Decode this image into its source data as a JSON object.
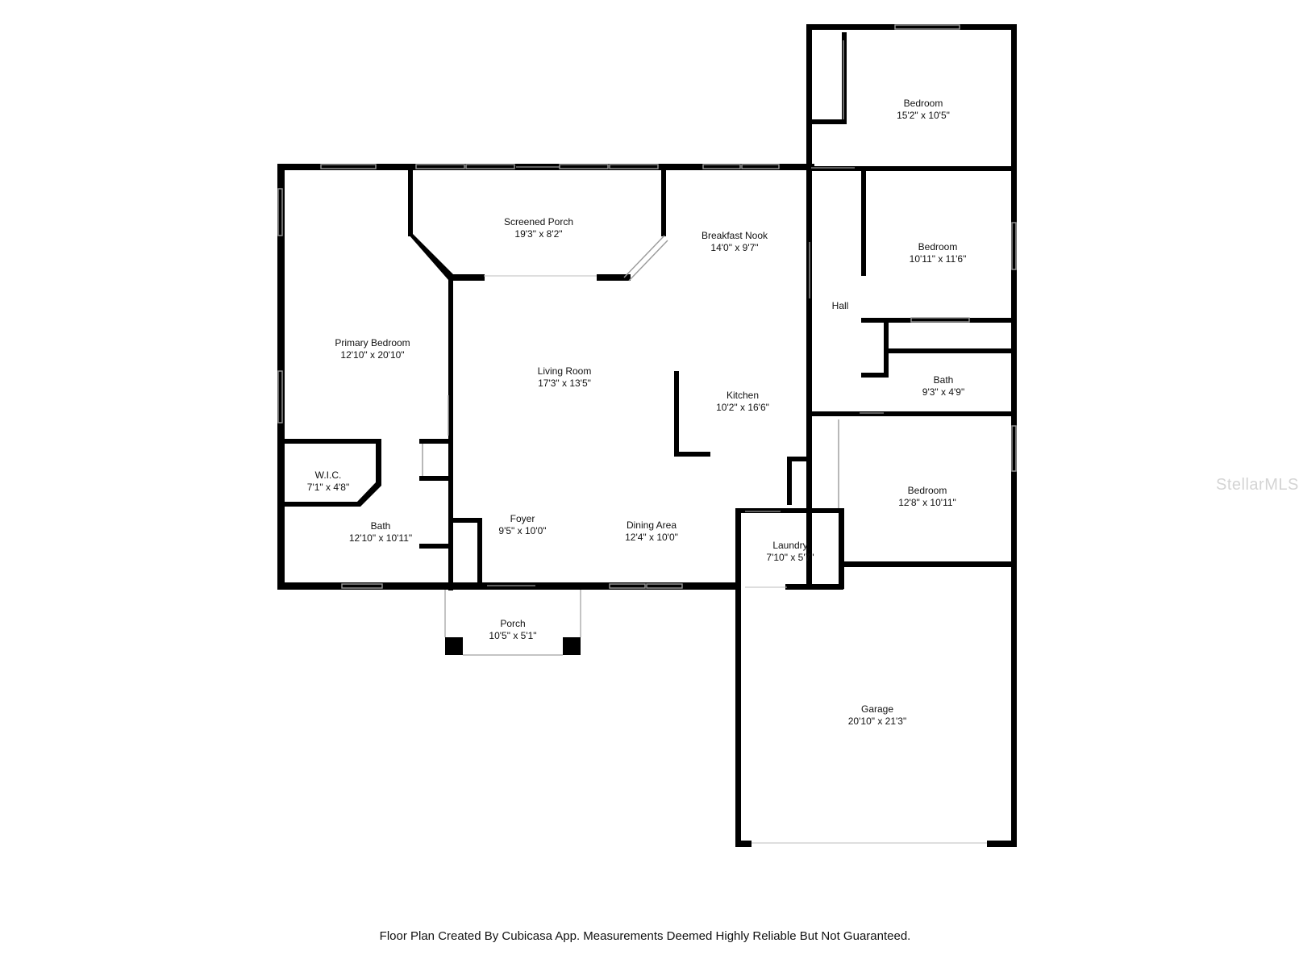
{
  "rooms": {
    "bedroom_ne": {
      "name": "Bedroom",
      "dims": "15'2\" x 10'5\""
    },
    "breakfast_nook": {
      "name": "Breakfast Nook",
      "dims": "14'0\" x 9'7\""
    },
    "screened_porch": {
      "name": "Screened Porch",
      "dims": "19'3\" x 8'2\""
    },
    "bedroom_e": {
      "name": "Bedroom",
      "dims": "10'11\" x 11'6\""
    },
    "hall": {
      "name": "Hall",
      "dims": ""
    },
    "primary_bedroom": {
      "name": "Primary Bedroom",
      "dims": "12'10\" x 20'10\""
    },
    "living_room": {
      "name": "Living Room",
      "dims": "17'3\" x 13'5\""
    },
    "bath_e": {
      "name": "Bath",
      "dims": "9'3\" x 4'9\""
    },
    "kitchen": {
      "name": "Kitchen",
      "dims": "10'2\" x 16'6\""
    },
    "wic": {
      "name": "W.I.C.",
      "dims": "7'1\" x 4'8\""
    },
    "bedroom_se": {
      "name": "Bedroom",
      "dims": "12'8\" x 10'11\""
    },
    "foyer": {
      "name": "Foyer",
      "dims": "9'5\" x 10'0\""
    },
    "dining_area": {
      "name": "Dining Area",
      "dims": "12'4\" x 10'0\""
    },
    "bath_w": {
      "name": "Bath",
      "dims": "12'10\" x 10'11\""
    },
    "laundry": {
      "name": "Laundry",
      "dims": "7'10\" x 5'7\""
    },
    "porch": {
      "name": "Porch",
      "dims": "10'5\" x 5'1\""
    },
    "garage": {
      "name": "Garage",
      "dims": "20'10\" x 21'3\""
    }
  },
  "footer": "Floor Plan Created By Cubicasa App. Measurements Deemed Highly Reliable But Not Guaranteed.",
  "watermark": "StellarMLS",
  "colors": {
    "wall": "#000000",
    "window": "#9a9a9a",
    "text": "#111111"
  }
}
